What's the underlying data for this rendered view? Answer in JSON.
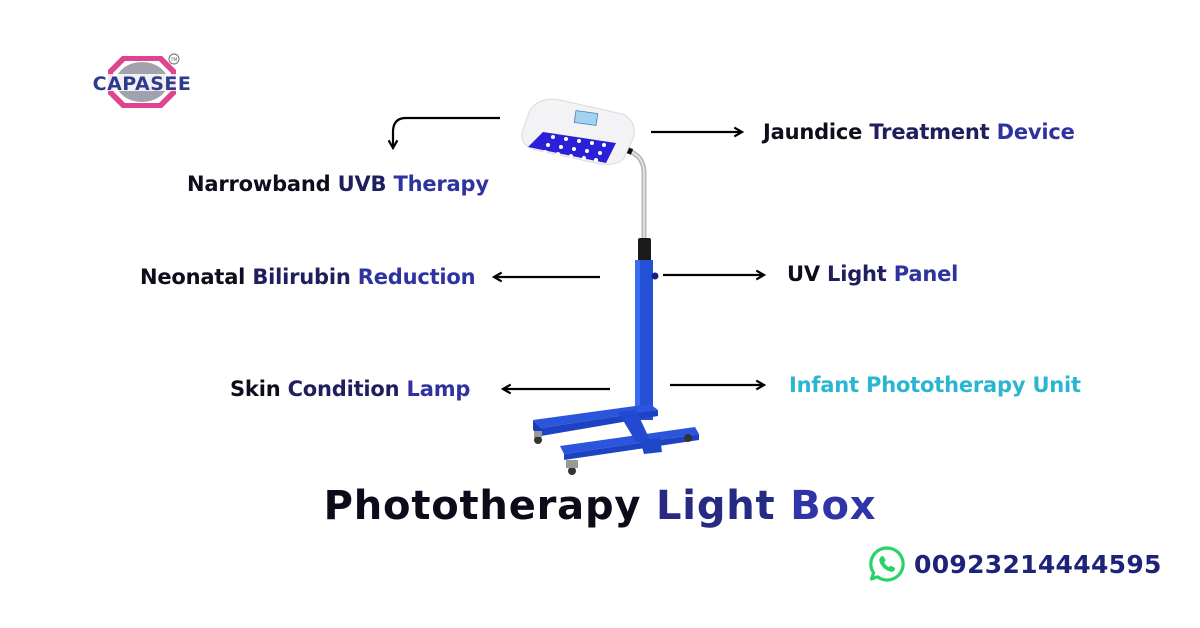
{
  "brand": {
    "name": "CAPASEE",
    "trademark": "TM",
    "colors": {
      "text": "#2e3a8c",
      "ring": "#e0448f",
      "plate": "#9a9aa6"
    }
  },
  "product": {
    "title_parts": [
      "Phototherapy",
      "Light",
      "Box"
    ],
    "illustration": "phototherapy-lamp-on-mobile-stand",
    "colors": {
      "stand": "#2450d6",
      "led_panel": "#2a20d8",
      "housing": "#f2f2f4"
    }
  },
  "features": [
    {
      "id": "narrowband",
      "parts": [
        "Narrowband",
        "UVB",
        "Therapy"
      ],
      "side": "left"
    },
    {
      "id": "jaundice",
      "parts": [
        "Jaundice",
        "Treatment",
        "Device"
      ],
      "side": "right"
    },
    {
      "id": "neonatal",
      "parts": [
        "Neonatal",
        "Bilirubin",
        "Reduction"
      ],
      "side": "left"
    },
    {
      "id": "uv-panel",
      "parts": [
        "UV",
        "Light",
        "Panel"
      ],
      "side": "right"
    },
    {
      "id": "skin",
      "parts": [
        "Skin",
        "Condition",
        "Lamp"
      ],
      "side": "left"
    },
    {
      "id": "infant",
      "parts": [
        "Infant",
        "Phototherapy",
        "Unit"
      ],
      "side": "right",
      "accent": "#29b6d0"
    }
  ],
  "contact": {
    "icon": "whatsapp-icon",
    "phone": "00923214444595",
    "colors": {
      "icon": "#25d366",
      "text": "#1d2379"
    }
  }
}
